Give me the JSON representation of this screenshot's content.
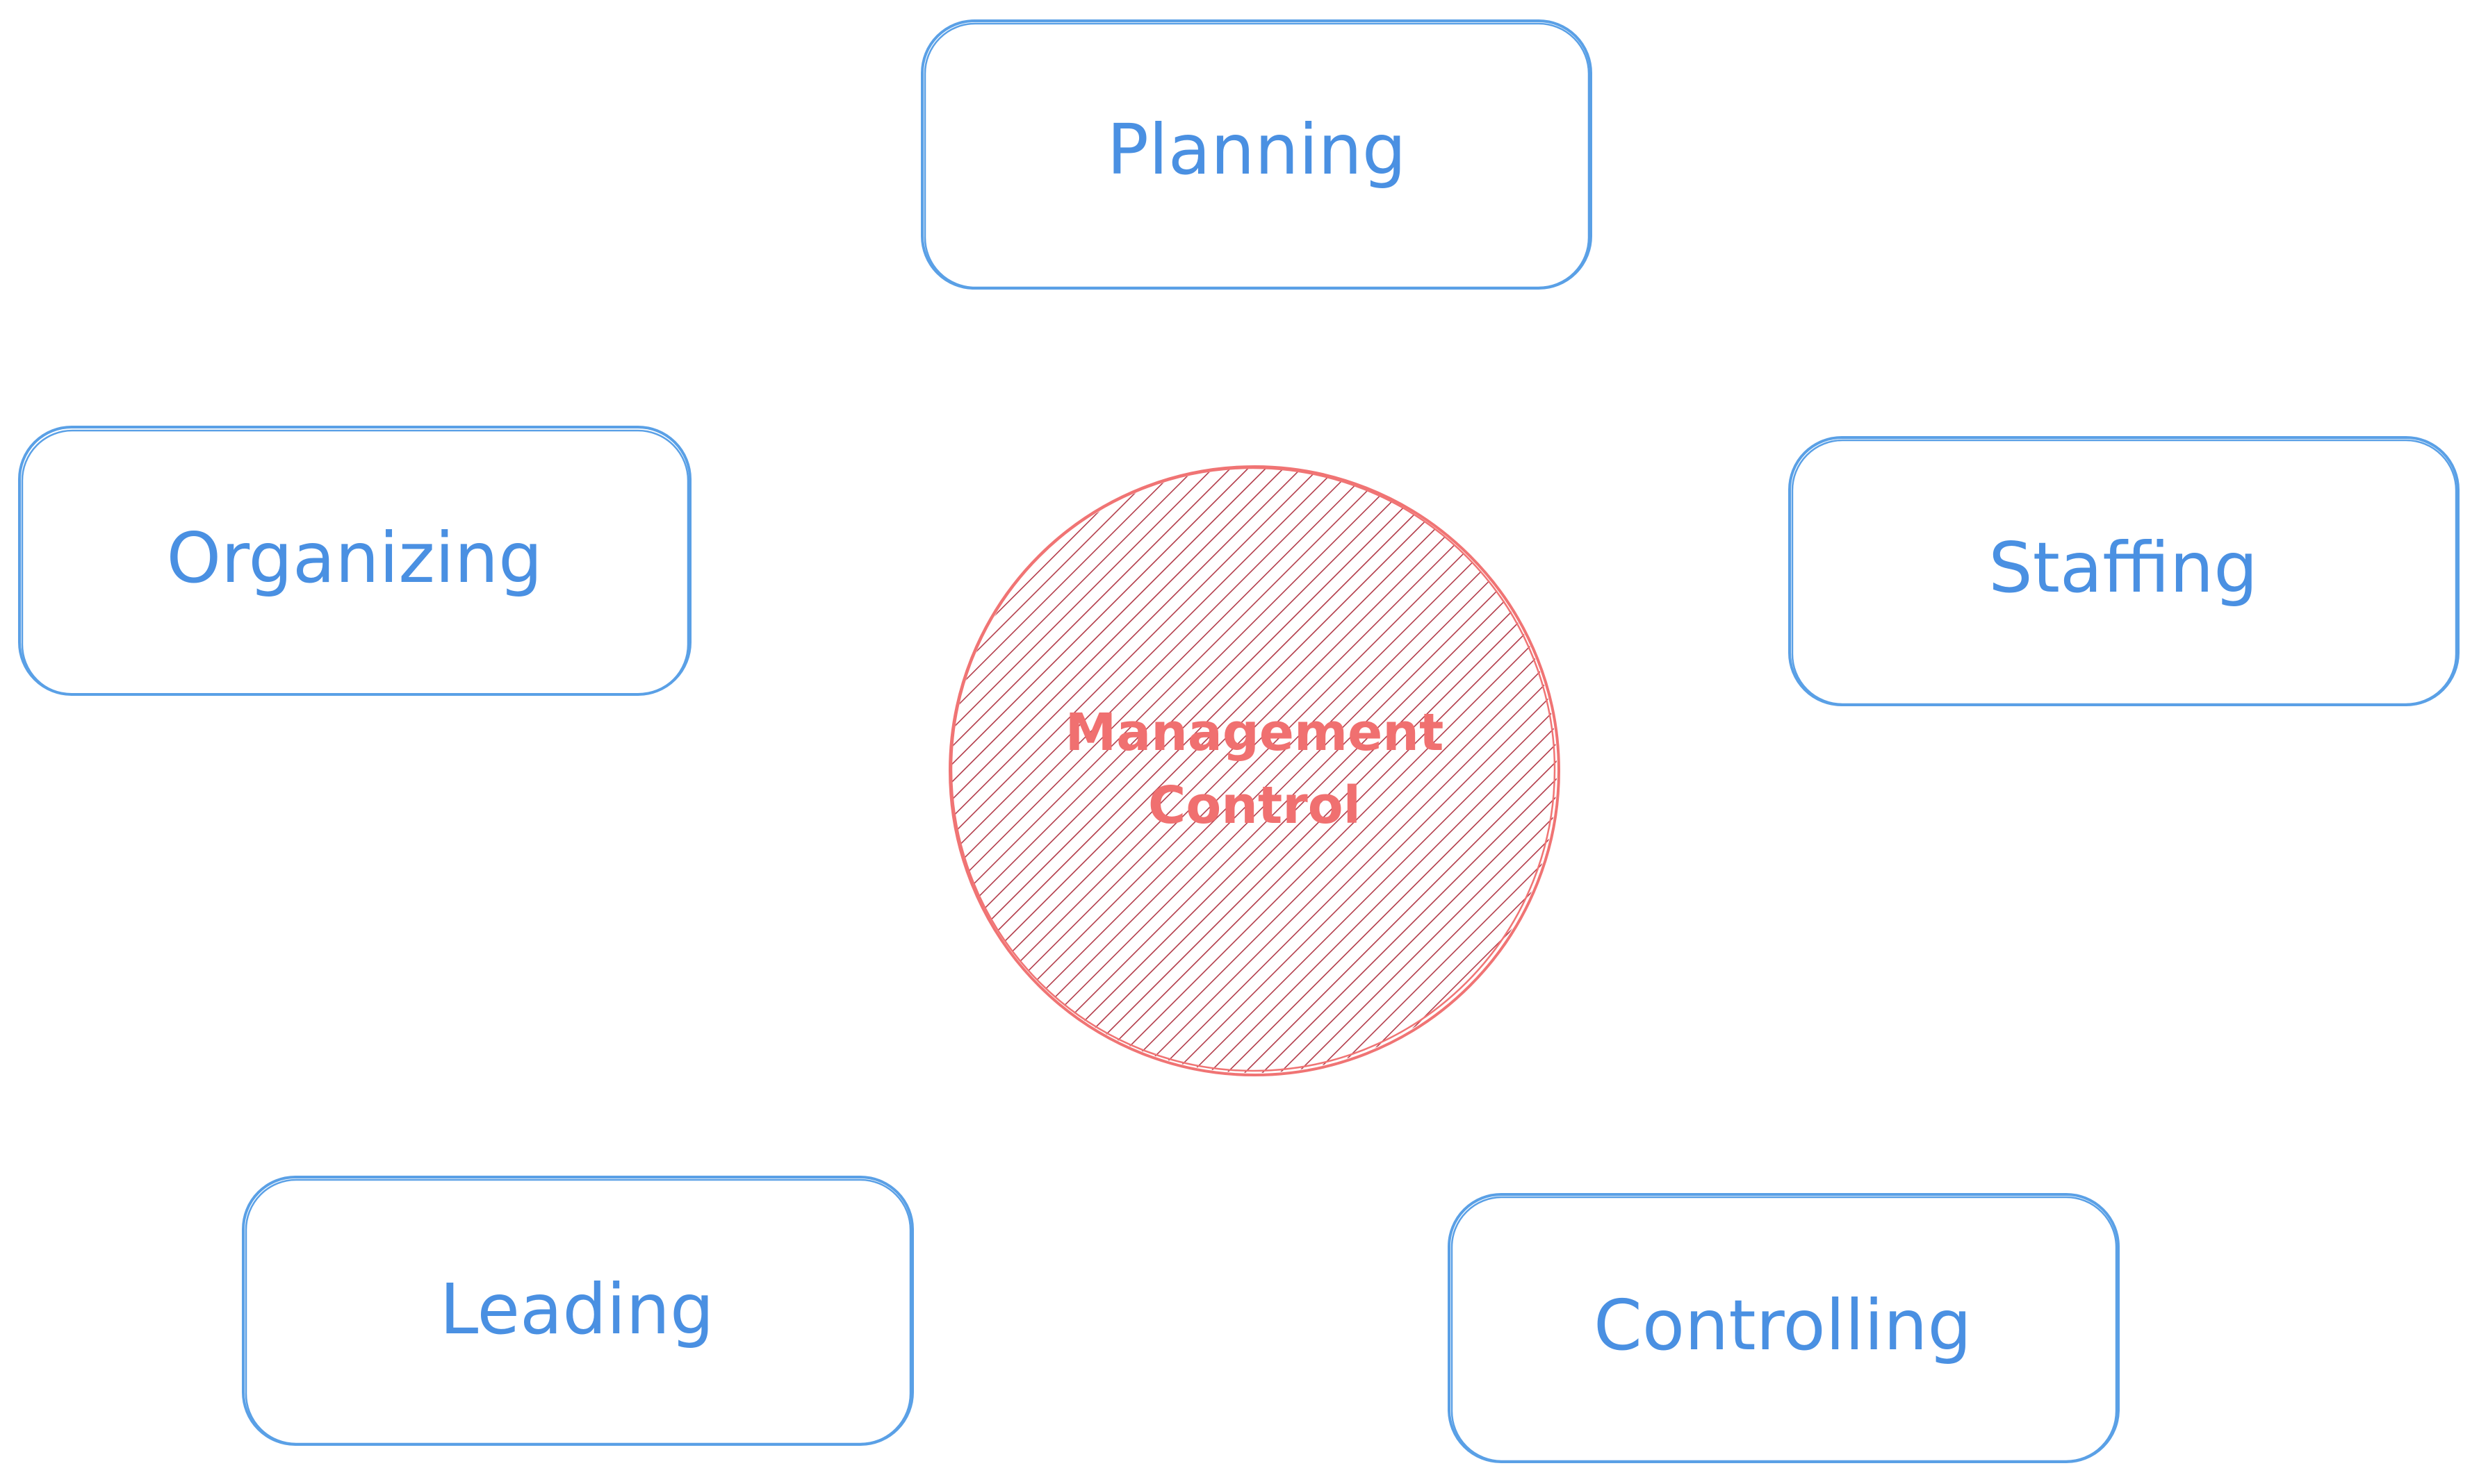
{
  "colors": {
    "box_stroke": "#5aa0e6",
    "box_text": "#4a90e2",
    "circle_stroke": "#f07474",
    "circle_hatch": "#b23a48",
    "center_text": "#f07070",
    "background": "#ffffff"
  },
  "center": {
    "lines": [
      "Management",
      "Control"
    ]
  },
  "nodes": [
    {
      "id": "planning",
      "label": "Planning"
    },
    {
      "id": "organizing",
      "label": "Organizing"
    },
    {
      "id": "staffing",
      "label": "Staffing"
    },
    {
      "id": "leading",
      "label": "Leading"
    },
    {
      "id": "controlling",
      "label": "Controlling"
    }
  ]
}
